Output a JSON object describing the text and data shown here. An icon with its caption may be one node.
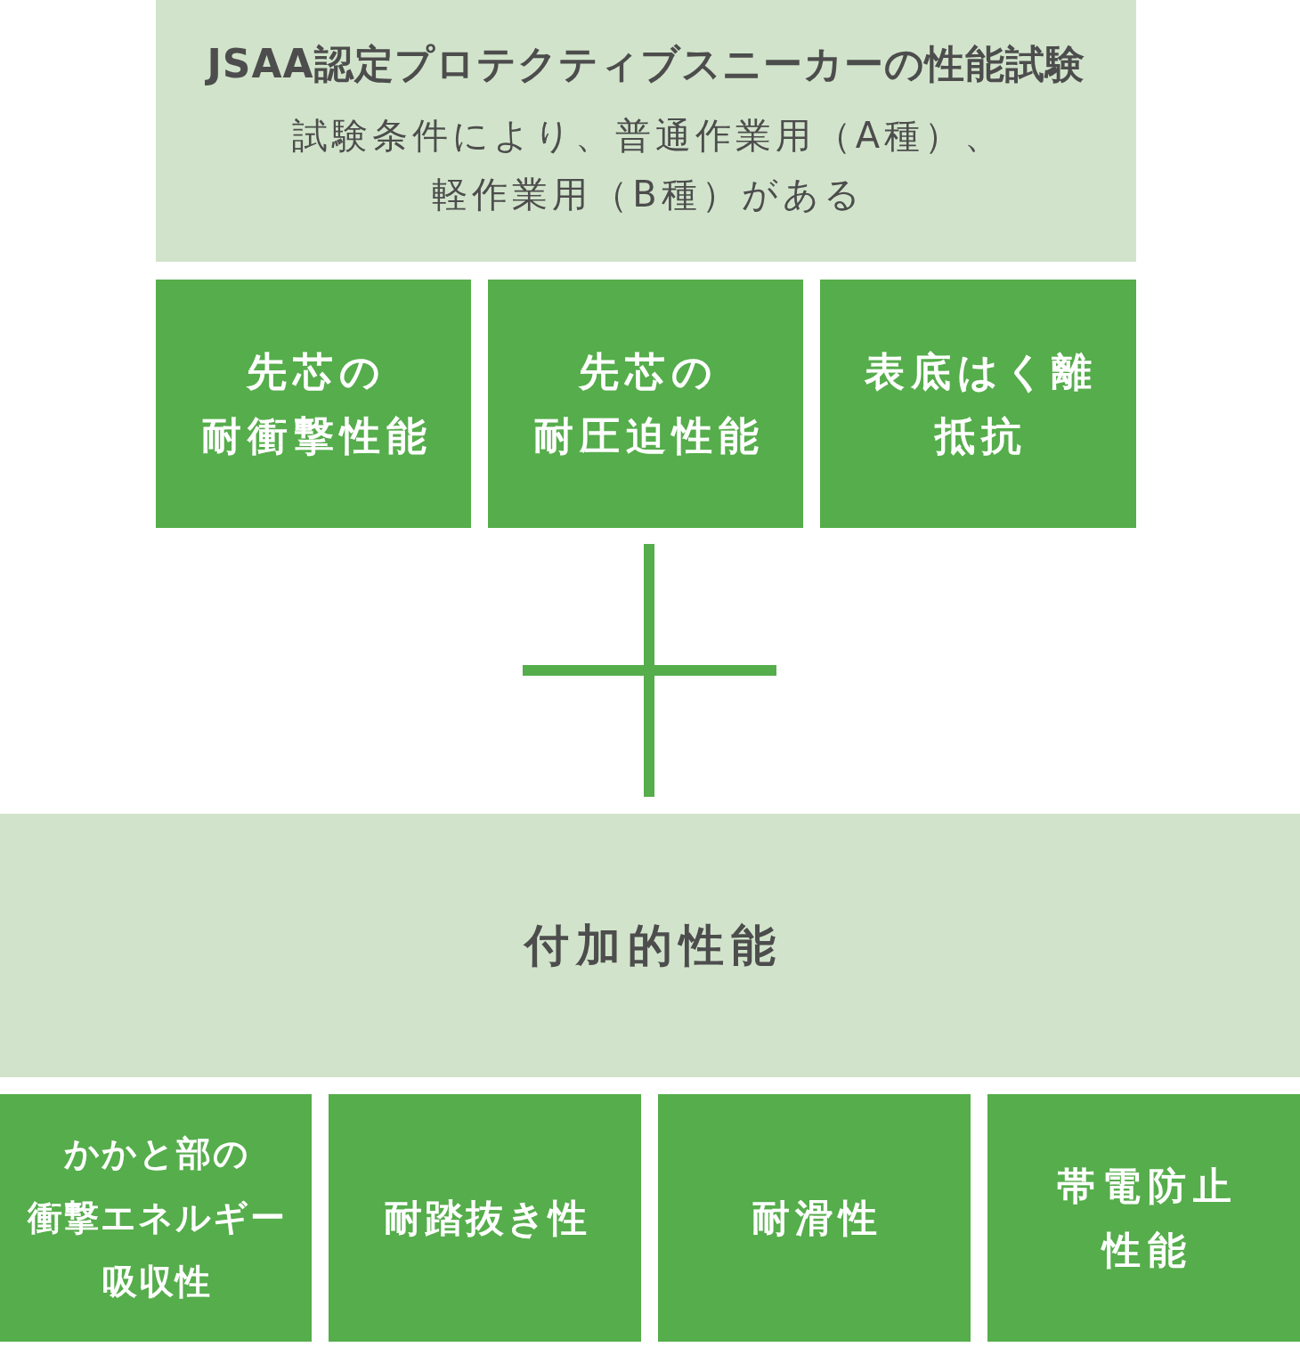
{
  "diagram": {
    "nodes": [
      {
        "text": [
          "JSAA認定プロテクティブスニーカーの性能試験",
          "試験条件により、普通作業用（A種）、軽作業用（B種）がある"
        ]
      },
      {
        "text": [
          "先芯の耐衝撃性能"
        ]
      },
      {
        "text": [
          "先芯の耐圧迫性能"
        ]
      },
      {
        "text": [
          "表底はく離抵抗"
        ]
      },
      {
        "text": [
          "付加的性能"
        ]
      },
      {
        "text": [
          "かかと部の衝撃エネルギー吸収性"
        ]
      },
      {
        "text": [
          "耐踏抜き性"
        ]
      },
      {
        "text": [
          "耐滑性"
        ]
      },
      {
        "text": [
          "帯電防止性能"
        ]
      }
    ]
  }
}
